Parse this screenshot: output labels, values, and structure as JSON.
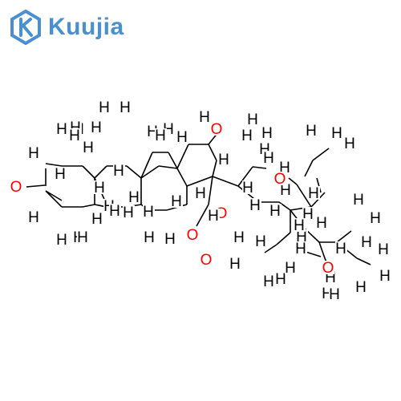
{
  "brand": {
    "name": "Kuujia",
    "color": "#4a8fd0"
  },
  "colors": {
    "carbon_hydrogen": "#000000",
    "oxygen": "#ff0000"
  },
  "atom_labels": [
    {
      "t": "H"
    },
    {
      "t": "H"
    },
    {
      "t": "H"
    },
    {
      "t": "H"
    },
    {
      "t": "H"
    },
    {
      "t": "H"
    },
    {
      "t": "H"
    },
    {
      "t": "H"
    },
    {
      "t": "H"
    },
    {
      "t": "H"
    },
    {
      "t": "H"
    },
    {
      "t": "H"
    },
    {
      "t": "H"
    },
    {
      "t": "H"
    },
    {
      "t": "H"
    },
    {
      "t": "H"
    },
    {
      "t": "H"
    },
    {
      "t": "H"
    },
    {
      "t": "H"
    },
    {
      "t": "H"
    },
    {
      "t": "H"
    },
    {
      "t": "H"
    },
    {
      "t": "H"
    },
    {
      "t": "H"
    },
    {
      "t": "H"
    },
    {
      "t": "H"
    },
    {
      "t": "H"
    },
    {
      "t": "H"
    },
    {
      "t": "H"
    },
    {
      "t": "H"
    },
    {
      "t": "H"
    },
    {
      "t": "H"
    },
    {
      "t": "H"
    },
    {
      "t": "H"
    },
    {
      "t": "H"
    },
    {
      "t": "H"
    },
    {
      "t": "H"
    },
    {
      "t": "H"
    },
    {
      "t": "H"
    },
    {
      "t": "H"
    },
    {
      "t": "H"
    },
    {
      "t": "H"
    },
    {
      "t": "H"
    },
    {
      "t": "H"
    },
    {
      "t": "H"
    },
    {
      "t": "H"
    },
    {
      "t": "H"
    },
    {
      "t": "H"
    },
    {
      "t": "H"
    },
    {
      "t": "H"
    },
    {
      "t": "H"
    },
    {
      "t": "H"
    },
    {
      "t": "H"
    },
    {
      "t": "H"
    },
    {
      "t": "H"
    },
    {
      "t": "H"
    },
    {
      "t": "H"
    },
    {
      "t": "H"
    },
    {
      "t": "H"
    },
    {
      "t": "H"
    },
    {
      "t": "H"
    },
    {
      "t": "H"
    },
    {
      "t": "H"
    },
    {
      "t": "H"
    },
    {
      "t": "O"
    },
    {
      "t": "O"
    },
    {
      "t": "H"
    },
    {
      "t": "O"
    },
    {
      "t": "H"
    },
    {
      "t": "O"
    },
    {
      "t": "O"
    },
    {
      "t": "O"
    },
    {
      "t": "H"
    },
    {
      "t": "O"
    },
    {
      "t": "H"
    }
  ]
}
